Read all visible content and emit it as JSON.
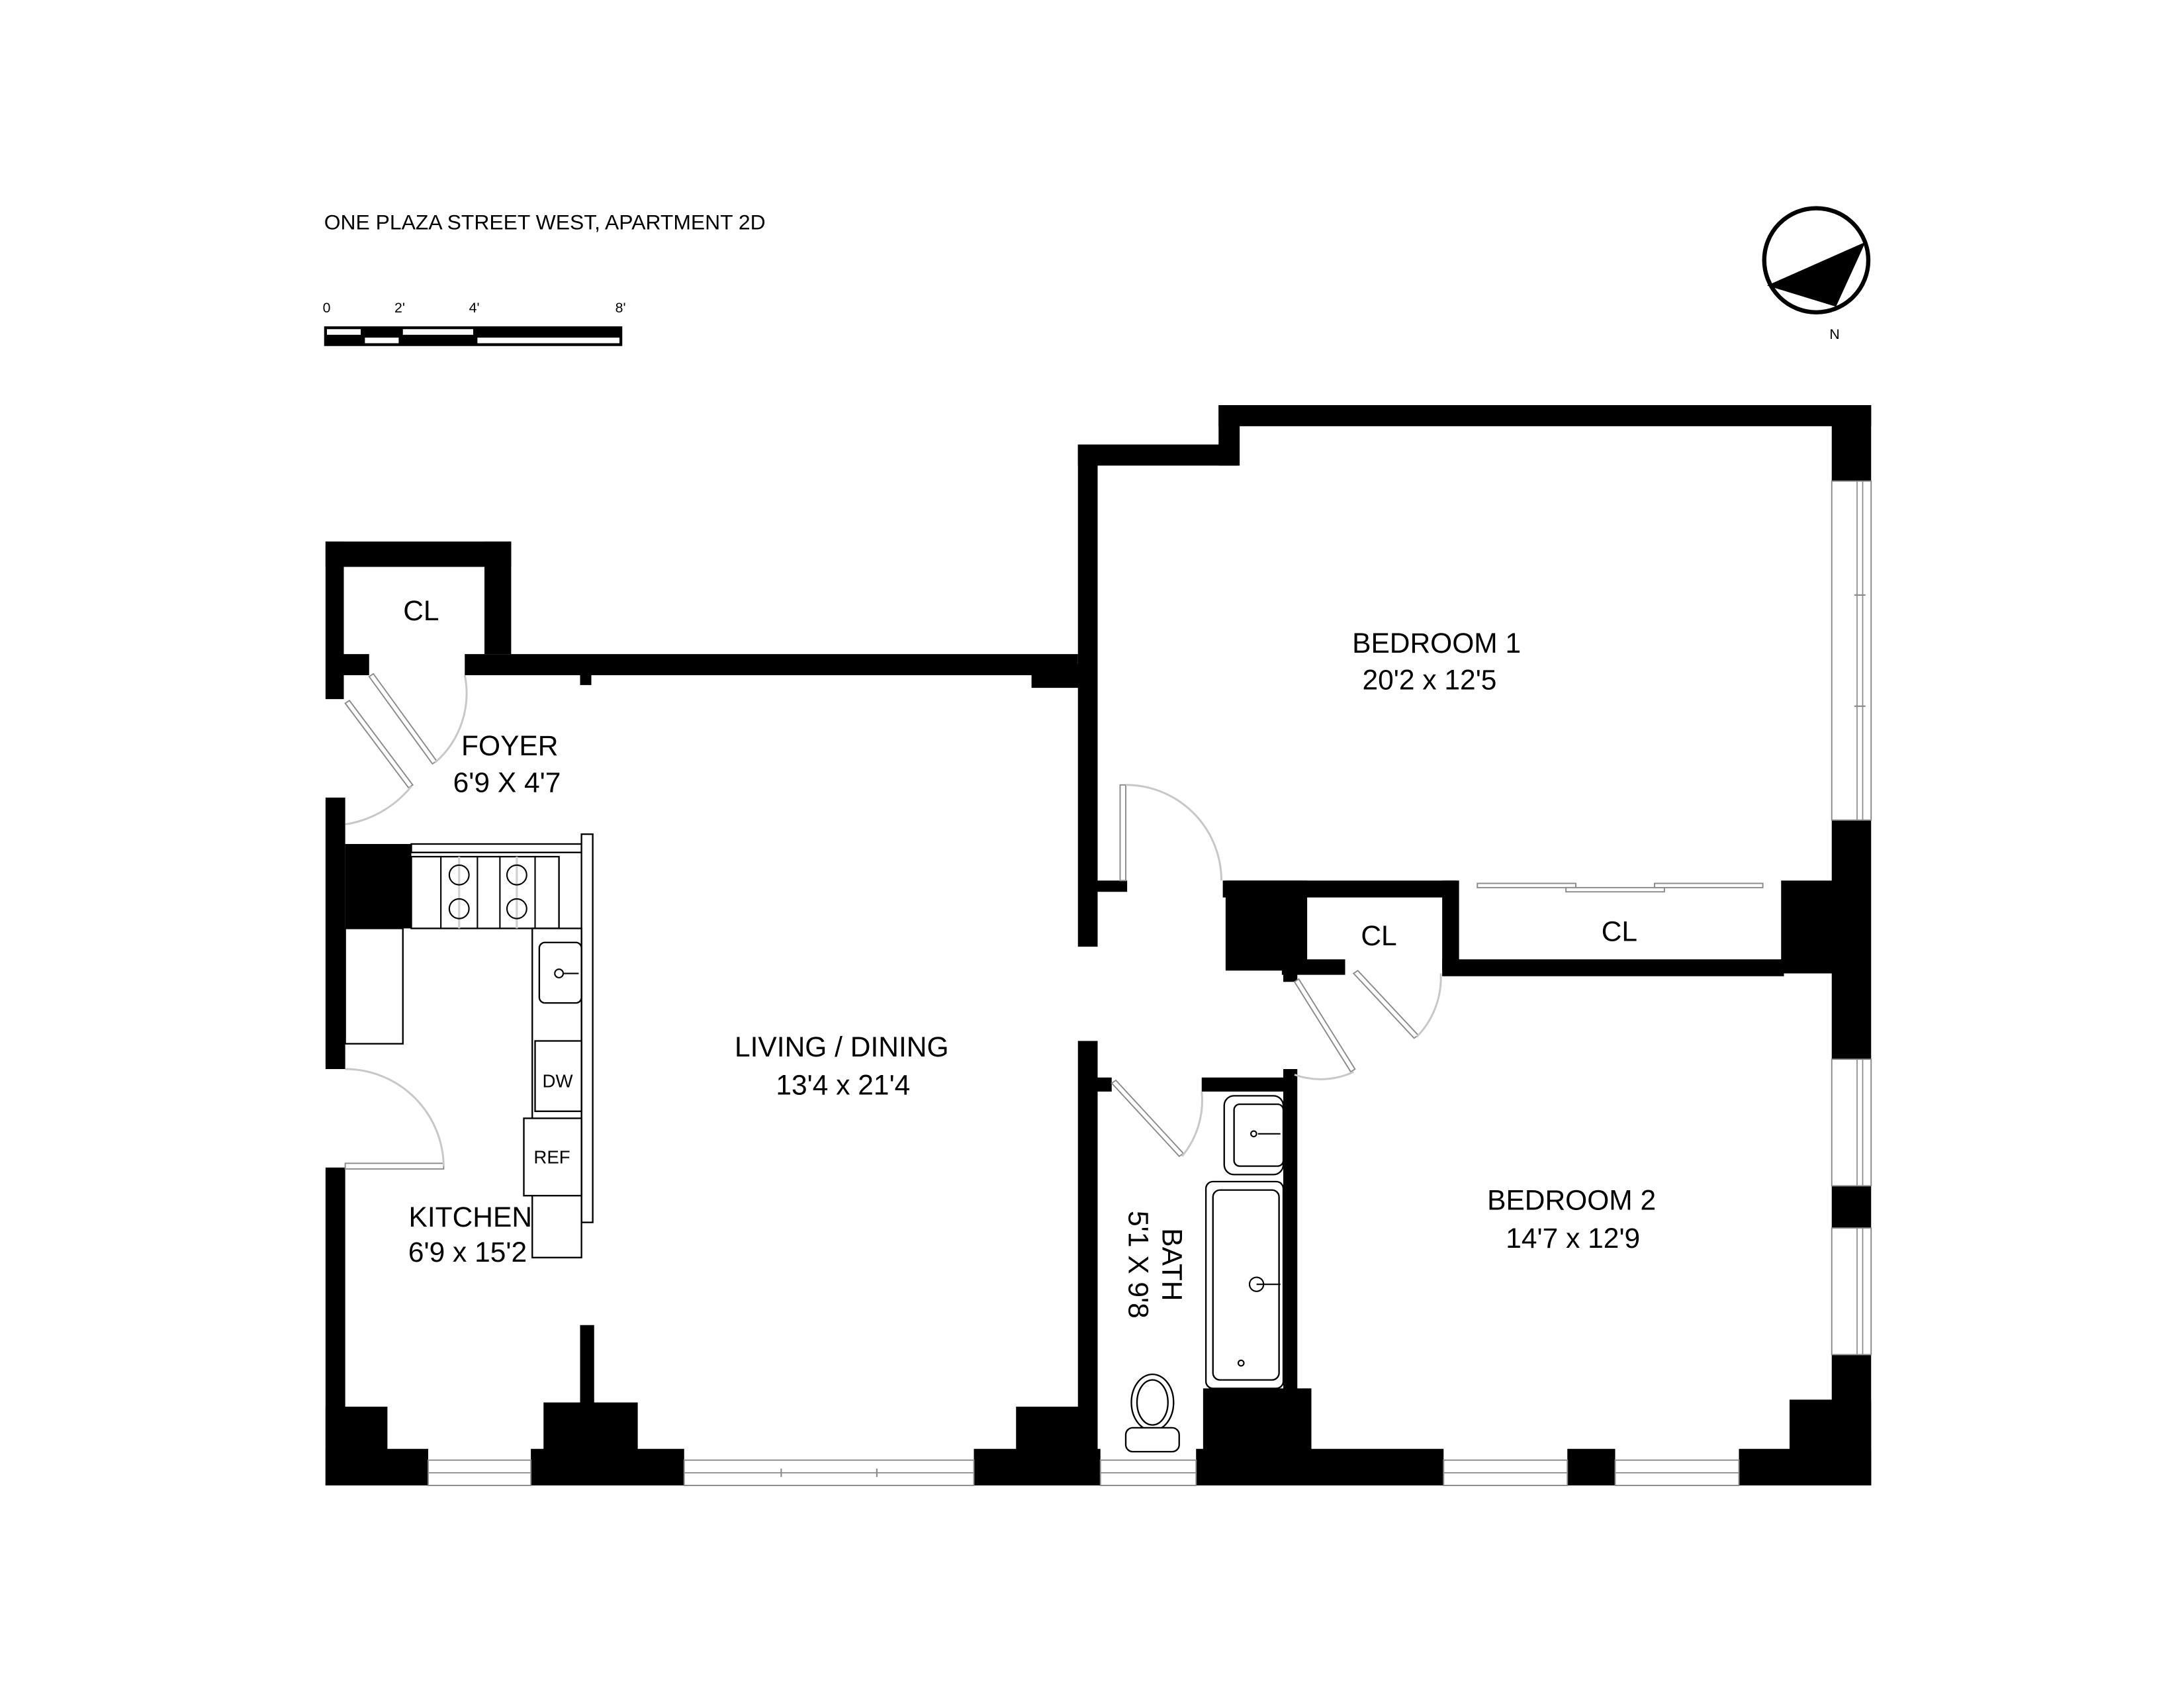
{
  "header": {
    "title": "ONE PLAZA STREET WEST, APARTMENT 2D"
  },
  "scale_bar": {
    "ticks": [
      "0",
      "2'",
      "4'",
      "8'"
    ]
  },
  "compass": {
    "label": "N",
    "icon": "north-arrow-icon"
  },
  "rooms": {
    "foyer_closet": {
      "name": "CL"
    },
    "foyer": {
      "name": "FOYER",
      "dims": "6'9 X 4'7"
    },
    "kitchen": {
      "name": "KITCHEN",
      "dims": "6'9 x 15'2"
    },
    "living": {
      "name": "LIVING / DINING",
      "dims": "13'4 x 21'4"
    },
    "bedroom1": {
      "name": "BEDROOM 1",
      "dims": "20'2 x 12'5"
    },
    "bedroom2": {
      "name": "BEDROOM 2",
      "dims": "14'7 x 12'9"
    },
    "bath": {
      "name": "BATH",
      "dims": "5'1 X 9'8"
    },
    "hall_closet": {
      "name": "CL"
    },
    "bedroom1_closet": {
      "name": "CL"
    }
  },
  "appliances": {
    "dishwasher": "DW",
    "refrigerator": "REF"
  },
  "colors": {
    "wall": "#000000",
    "window": "#8a8a8a",
    "door_swing": "#c8c8c8",
    "background": "#ffffff"
  }
}
